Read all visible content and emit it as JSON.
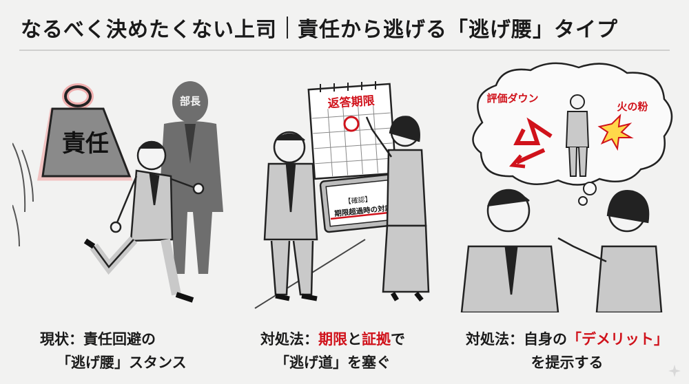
{
  "header": {
    "title_main": "なるべく決めたくない上司",
    "title_sub": "責任から逃げる「逃げ腰」タイプ"
  },
  "panel1": {
    "weight_label": "責任",
    "boss_label": "部長"
  },
  "panel2": {
    "calendar_title": "返答期限",
    "tablet_tag": "【確認】",
    "tablet_line": "期限超過時の対応"
  },
  "panel3": {
    "bubble_left": "評価ダウン",
    "bubble_right": "火の粉"
  },
  "captions": {
    "c1_prefix": "現状：",
    "c1_line1_rest": "責任回避の",
    "c1_line2": "「逃げ腰」スタンス",
    "c2_prefix": "対処法：",
    "c2_red1": "期限",
    "c2_mid": "と",
    "c2_red2": "証拠",
    "c2_tail": "で",
    "c2_line2": "「逃げ道」を塞ぐ",
    "c3_prefix": "対処法：自身の",
    "c3_red": "「デメリット」",
    "c3_line2": "を提示する"
  },
  "colors": {
    "accent_red": "#d0121b",
    "background": "#f2f2f1",
    "suit_gray": "#c9c9c9",
    "shadow_gray": "#6e6e6e"
  }
}
